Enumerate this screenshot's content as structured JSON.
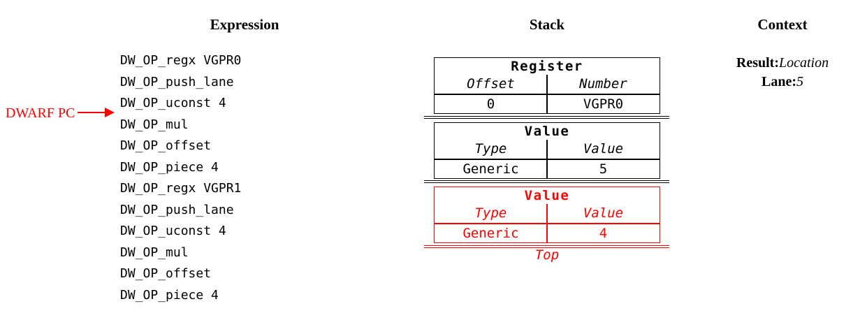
{
  "headers": {
    "expression": "Expression",
    "stack": "Stack",
    "context": "Context"
  },
  "pc": {
    "label": "DWARF PC"
  },
  "expression": {
    "items": [
      "DW_OP_regx VGPR0",
      "DW_OP_push_lane",
      "DW_OP_uconst 4",
      "DW_OP_mul",
      "DW_OP_offset",
      "DW_OP_piece 4",
      "DW_OP_regx VGPR1",
      "DW_OP_push_lane",
      "DW_OP_uconst 4",
      "DW_OP_mul",
      "DW_OP_offset",
      "DW_OP_piece 4"
    ]
  },
  "stack": {
    "entries": [
      {
        "title": "Register",
        "col1_header": "Offset",
        "col2_header": "Number",
        "col1_value": "0",
        "col2_value": "VGPR0",
        "highlighted": false
      },
      {
        "title": "Value",
        "col1_header": "Type",
        "col2_header": "Value",
        "col1_value": "Generic",
        "col2_value": "5",
        "highlighted": false
      },
      {
        "title": "Value",
        "col1_header": "Type",
        "col2_header": "Value",
        "col1_value": "Generic",
        "col2_value": "4",
        "highlighted": true
      }
    ],
    "top_label": "Top"
  },
  "context": {
    "result_label": "Result:",
    "result_value": "Location",
    "lane_label": "Lane:",
    "lane_value": "5"
  },
  "colors": {
    "highlight_red": "#fe0000",
    "text_black": "#000000",
    "background": "#ffffff"
  }
}
